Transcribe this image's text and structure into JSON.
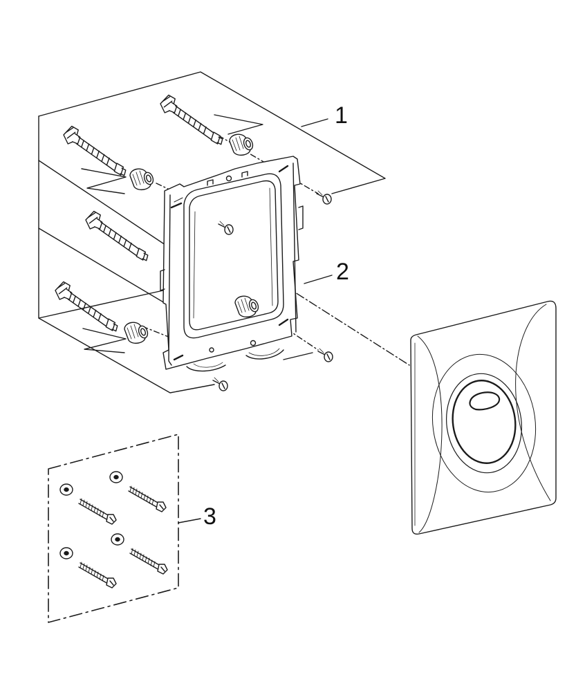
{
  "callouts": {
    "part_1": "1",
    "part_2": "2",
    "part_3": "3"
  },
  "colors": {
    "line": "#1a1a1a",
    "fill": "#ffffff"
  }
}
